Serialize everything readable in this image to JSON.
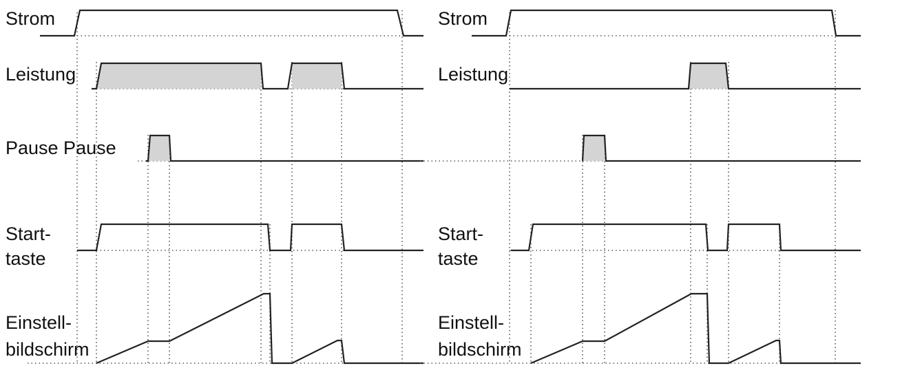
{
  "panels": [
    {
      "id": "left",
      "labels": {
        "strom": "Strom",
        "leistung": "Leistung",
        "pause": "Pause Pause",
        "start_1": "Start-",
        "start_2": "taste",
        "einstell_1": "Einstell-",
        "einstell_2": "bildschirm"
      }
    },
    {
      "id": "right",
      "labels": {
        "strom": "Strom",
        "leistung": "Leistung",
        "pause": "",
        "start_1": "Start-",
        "start_2": "taste",
        "einstell_1": "Einstell-",
        "einstell_2": "bildschirm"
      }
    }
  ]
}
